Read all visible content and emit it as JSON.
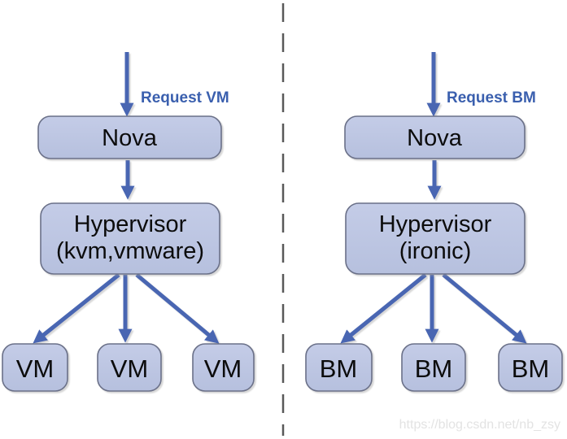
{
  "left": {
    "request_label": "Request VM",
    "nova_label": "Nova",
    "hypervisor_label_line1": "Hypervisor",
    "hypervisor_label_line2": "(kvm,vmware)",
    "leaves": [
      "VM",
      "VM",
      "VM"
    ]
  },
  "right": {
    "request_label": "Request BM",
    "nova_label": "Nova",
    "hypervisor_label_line1": "Hypervisor",
    "hypervisor_label_line2": "(ironic)",
    "leaves": [
      "BM",
      "BM",
      "BM"
    ]
  },
  "watermark": "https://blog.csdn.net/nb_zsy",
  "colors": {
    "box_fill": "#bdc6e2",
    "box_border": "#6a7088",
    "arrow_blue": "#4866b2",
    "request_label_blue": "#3a5fae",
    "divider_gray": "#595959",
    "node_text": "#0c0c0c",
    "watermark_gray": "#e3e3e3",
    "background": "#ffffff"
  }
}
